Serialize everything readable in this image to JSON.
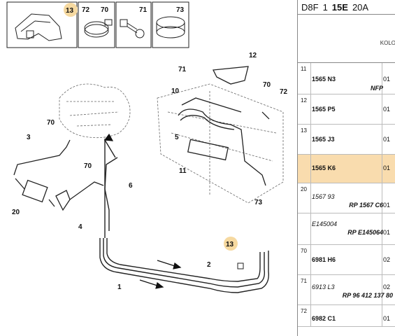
{
  "header": {
    "part1": "D8F",
    "part2": "1",
    "part3": "15E",
    "part4": "20A"
  },
  "subheader": {
    "kolo": "KOLO"
  },
  "legend_items": [
    {
      "num": "13",
      "icon": "clip-bracket-icon"
    },
    {
      "num": "72",
      "icon": "hose-clamp-icon"
    },
    {
      "num": "70",
      "icon": ""
    },
    {
      "num": "71",
      "icon": "bolt-icon"
    },
    {
      "num": "73",
      "icon": "band-clamp-icon"
    }
  ],
  "callouts": {
    "c1": "1",
    "c2": "2",
    "c3": "3",
    "c4": "4",
    "c5": "5",
    "c6": "6",
    "c10": "10",
    "c11": "11",
    "c12": "12",
    "c13a": "13",
    "c20": "20",
    "c70a": "70",
    "c70b": "70",
    "c70c": "70",
    "c71": "71",
    "c72": "72",
    "c73": "73"
  },
  "rows": [
    {
      "idx": "11",
      "ref": "1565 N3",
      "note": "NFP",
      "qty": "01",
      "selected": false
    },
    {
      "idx": "12",
      "ref": "1565 P5",
      "note": "",
      "qty": "01",
      "selected": false
    },
    {
      "idx": "13",
      "ref": "1565 J3",
      "note": "",
      "qty": "01",
      "selected": false
    },
    {
      "idx": "",
      "ref": "1565 K6",
      "note": "",
      "qty": "01",
      "selected": true
    },
    {
      "idx": "20",
      "ref": "1567 93",
      "note": "RP 1567 C6",
      "qty": "01",
      "selected": false
    },
    {
      "idx": "",
      "ref": "E145004",
      "note": "RP E145064",
      "qty": "01",
      "selected": false
    },
    {
      "idx": "70",
      "ref": "6981 H6",
      "note": "",
      "qty": "02",
      "selected": false
    },
    {
      "idx": "71",
      "ref": "6913 L3",
      "note": "RP 96 412 137 80",
      "qty": "02",
      "selected": false
    },
    {
      "idx": "72",
      "ref": "6982 C1",
      "note": "",
      "qty": "01",
      "selected": false
    }
  ]
}
